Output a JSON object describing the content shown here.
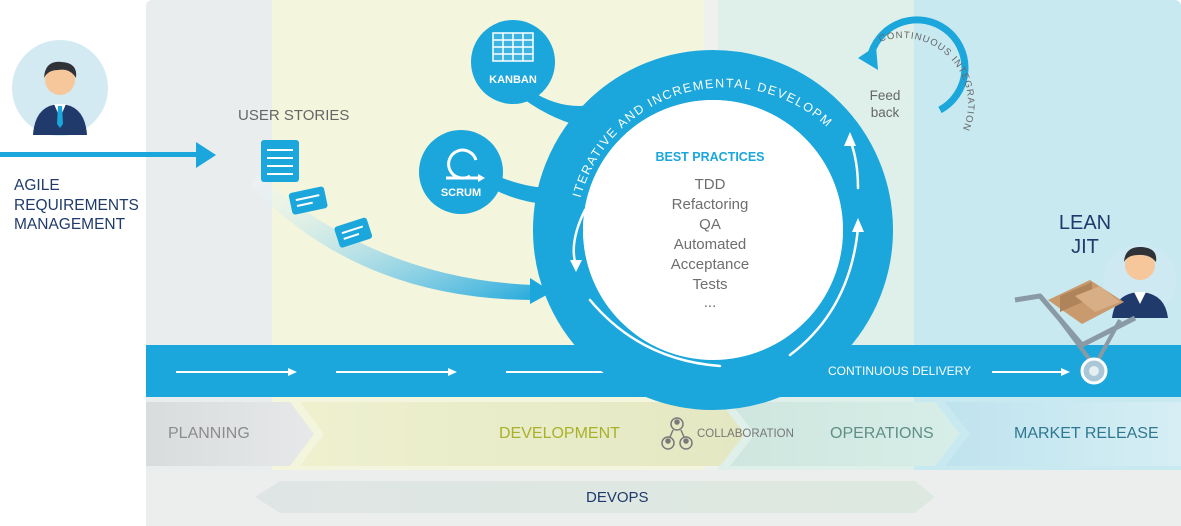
{
  "requirements": {
    "label_lines": [
      "AGILE",
      "REQUIREMENTS",
      "MANAGEMENT"
    ]
  },
  "user_stories": {
    "label": "USER STORIES"
  },
  "kanban": {
    "label": "KANBAN",
    "icon": "kanban-board-icon"
  },
  "scrum": {
    "label": "SCRUM",
    "icon": "scrum-cycle-icon"
  },
  "cycle": {
    "arc_label": "ITERATIVE AND INCREMENTAL DEVELOPMENT",
    "heading": "BEST PRACTICES",
    "practices": [
      "TDD",
      "Refactoring",
      "QA",
      "Automated",
      "Acceptance",
      "Tests",
      "..."
    ]
  },
  "feedback": {
    "label_line1": "Feed",
    "label_line2": "back",
    "arc_label": "CONTINUOUS INTEGRATION"
  },
  "lean": {
    "line1": "LEAN",
    "line2": "JIT"
  },
  "delivery": {
    "label": "CONTINUOUS DELIVERY"
  },
  "phases": {
    "planning": "PLANNING",
    "development": "DEVELOPMENT",
    "collaboration": "COLLABORATION",
    "operations": "OPERATIONS",
    "market_release": "MARKET RELEASE"
  },
  "devops": {
    "label": "DEVOPS"
  },
  "colors": {
    "primary_blue": "#1ba6dc",
    "dark_navy": "#1f3a6b",
    "development_green": "#a9b12a",
    "operations_green": "#5f8f86",
    "market_teal": "#2f7891"
  }
}
